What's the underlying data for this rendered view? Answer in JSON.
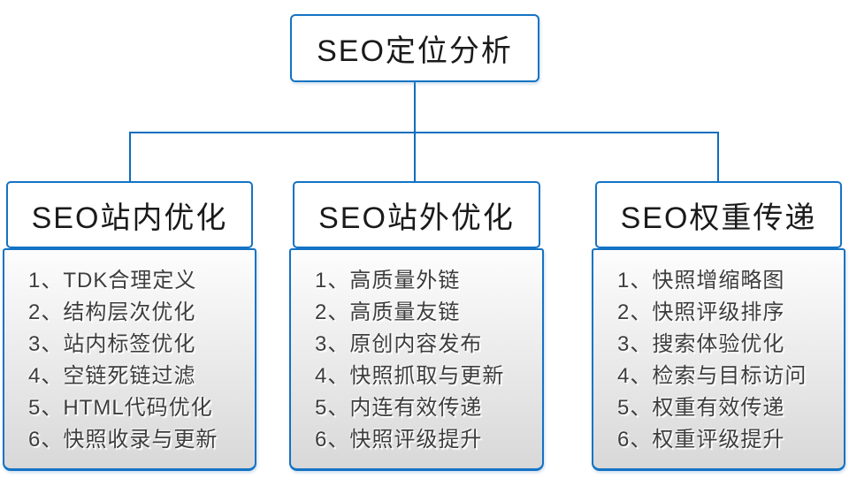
{
  "theme": {
    "line_color": "#0C6EBE",
    "border_color": "#1473C4",
    "panel_gradient_top": "#FDFDFD",
    "panel_gradient_bottom": "#D8D8D8",
    "header_text_color": "#1A1A1A",
    "item_text_color": "#3D3D3D"
  },
  "diagram": {
    "root": {
      "label": "SEO定位分析"
    },
    "branches": [
      {
        "title": "SEO站内优化",
        "items": [
          "1、TDK合理定义",
          "2、结构层次优化",
          "3、站内标签优化",
          "4、空链死链过滤",
          "5、HTML代码优化",
          "6、快照收录与更新"
        ]
      },
      {
        "title": "SEO站外优化",
        "items": [
          "1、高质量外链",
          "2、高质量友链",
          "3、原创内容发布",
          "4、快照抓取与更新",
          "5、内连有效传递",
          "6、快照评级提升"
        ]
      },
      {
        "title": "SEO权重传递",
        "items": [
          "1、快照增缩略图",
          "2、快照评级排序",
          "3、搜索体验优化",
          "4、检索与目标访问",
          "5、权重有效传递",
          "6、权重评级提升"
        ]
      }
    ]
  }
}
